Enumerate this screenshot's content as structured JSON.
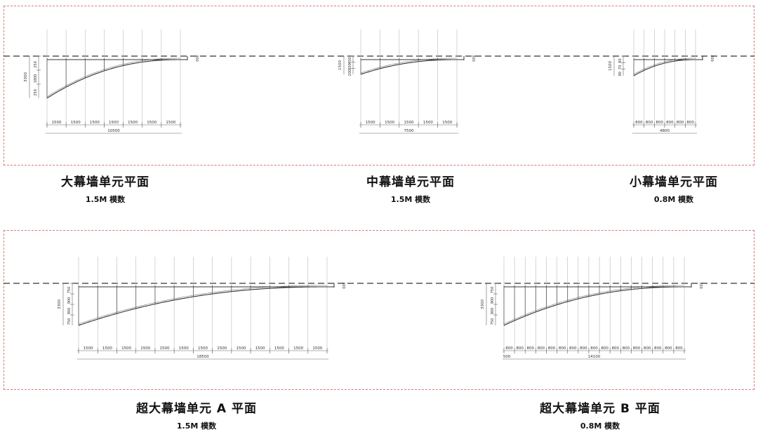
{
  "panels": [
    {
      "units": [
        {
          "title": "大幕墙单元平面",
          "subtitle": "1.5M 模数",
          "segments": [
            "1500",
            "1500",
            "1500",
            "1500",
            "1500",
            "1500",
            "1500"
          ],
          "total": "10500",
          "left_dims_outer": [
            "3300"
          ],
          "left_dims_inner": [
            "250",
            "1800",
            "250"
          ],
          "right_dim": "300"
        },
        {
          "title": "中幕墙单元平面",
          "subtitle": "1.5M 模数",
          "segments": [
            "1500",
            "1500",
            "1500",
            "1500",
            "1500"
          ],
          "total": "7500",
          "left_dims_outer": [
            "1500"
          ],
          "left_dims_inner": [
            "450",
            "300",
            "200"
          ],
          "right_dim": "300"
        },
        {
          "title": "小幕墙单元平面",
          "subtitle": "0.8M 模数",
          "segments": [
            "800",
            "800",
            "800",
            "800",
            "800",
            "800"
          ],
          "total": "4800",
          "left_dims_outer": [
            "1500"
          ],
          "left_dims_inner": [
            "80",
            "70",
            "90"
          ],
          "right_dim": "300"
        }
      ]
    },
    {
      "units": [
        {
          "title": "超大幕墙单元 A 平面",
          "subtitle": "1.5M 模数",
          "segments": [
            "1500",
            "1500",
            "1500",
            "1500",
            "1500",
            "1500",
            "1500",
            "1500",
            "1500",
            "1500",
            "1500",
            "1500",
            "1500"
          ],
          "total": "18500",
          "left_dims_outer": [
            "3300"
          ],
          "left_dims_inner": [
            "750",
            "900",
            "900",
            "750"
          ],
          "right_dim": "300"
        },
        {
          "title": "超大幕墙单元 B 平面",
          "subtitle": "0.8M 模数",
          "segments": [
            "800",
            "800",
            "800",
            "800",
            "800",
            "800",
            "800",
            "800",
            "800",
            "800",
            "800",
            "800",
            "800",
            "800",
            "800",
            "800",
            "800"
          ],
          "total": "14100",
          "extra_left": "500",
          "left_dims_outer": [
            "3300"
          ],
          "left_dims_inner": [
            "750",
            "900",
            "900",
            "750"
          ],
          "right_dim": "300"
        }
      ]
    }
  ]
}
